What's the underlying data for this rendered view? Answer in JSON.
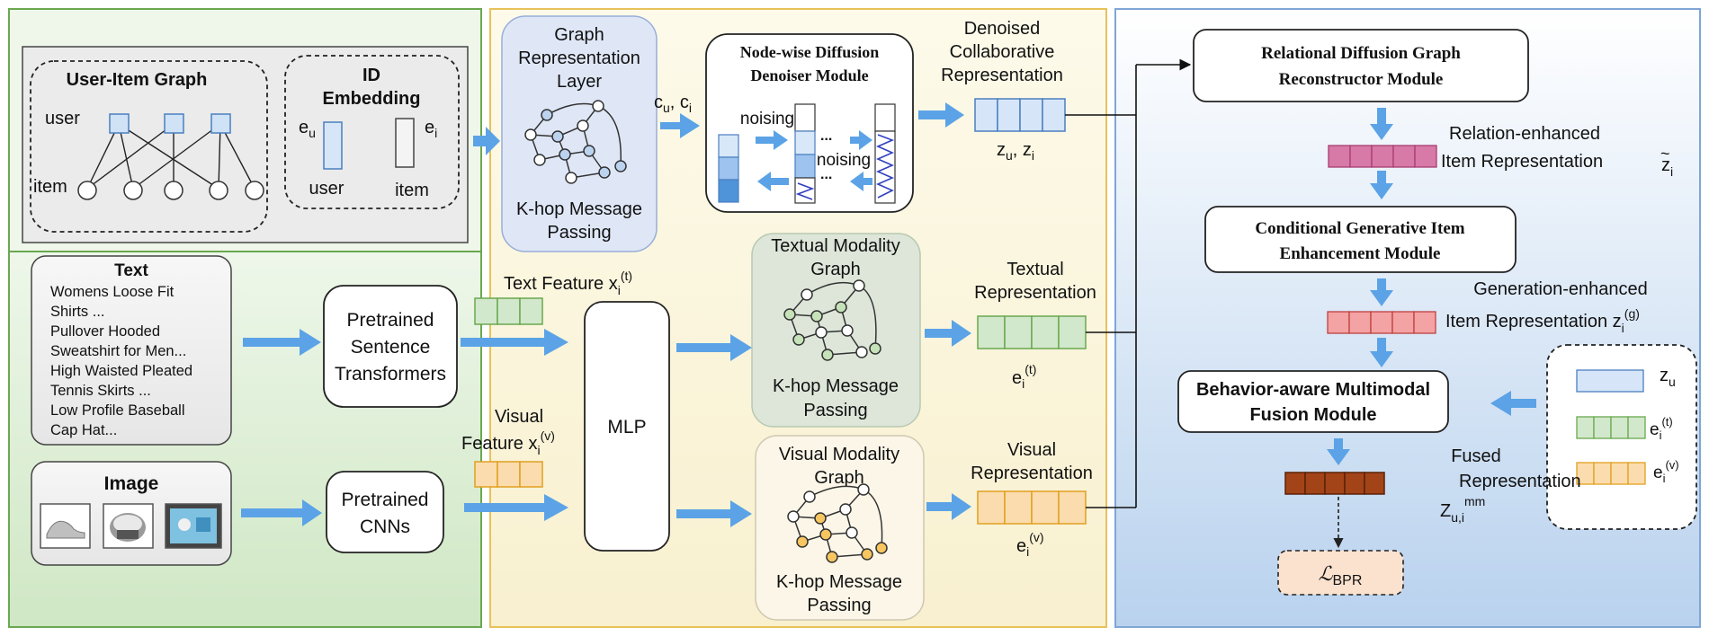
{
  "input": {
    "user_item_graph": {
      "title": "User-Item Graph",
      "user_label": "user",
      "item_label": "item"
    },
    "id_embedding": {
      "title_line1": "ID",
      "title_line2": "Embedding",
      "eu": "e",
      "eu_sub": "u",
      "ei": "e",
      "ei_sub": "i",
      "user": "user",
      "item": "item"
    },
    "text": {
      "title": "Text",
      "lines": [
        "Womens Loose Fit",
        "Shirts ...",
        "Pullover Hooded",
        "Sweatshirt for Men...",
        "High Waisted Pleated",
        "Tennis Skirts ...",
        "Low Profile Baseball",
        "Cap Hat..."
      ]
    },
    "image": {
      "title": "Image"
    },
    "sentence_transformers": [
      "Pretrained",
      "Sentence",
      "Transformers"
    ],
    "cnns": [
      "Pretrained",
      "CNNs"
    ]
  },
  "middle": {
    "graph_rep": {
      "line1": "Graph",
      "line2": "Representation",
      "line3": "Layer",
      "msg1": "K-hop Message",
      "msg2": "Passing"
    },
    "cu_ci": {
      "c1": "c",
      "s1": "u",
      "sep": ", ",
      "c2": "c",
      "s2": "i"
    },
    "denoiser": {
      "line1": "Node-wise Diffusion",
      "line2": "Denoiser Module",
      "noising_top": "noising",
      "noising_bottom": "noising",
      "dots": "..."
    },
    "denoised": {
      "line1": "Denoised",
      "line2": "Collaborative",
      "line3": "Representation",
      "z1": "z",
      "s1": "u",
      "sep": ", ",
      "z2": "z",
      "s2": "i"
    },
    "text_feature": {
      "label": "Text Feature x",
      "sub": "i",
      "sup": "(t)"
    },
    "visual_feature": {
      "line1": "Visual",
      "label": "Feature x",
      "sub": "i",
      "sup": "(v)"
    },
    "mlp": "MLP",
    "textual_graph": {
      "line1": "Textual Modality",
      "line2": "Graph",
      "msg1": "K-hop Message",
      "msg2": "Passing"
    },
    "visual_graph": {
      "line1": "Visual Modality",
      "line2": "Graph",
      "msg1": "K-hop Message",
      "msg2": "Passing"
    },
    "textual_rep": {
      "line1": "Textual",
      "line2": "Representation",
      "e": "e",
      "sub": "i",
      "sup": "(t)"
    },
    "visual_rep": {
      "line1": "Visual",
      "line2": "Representation",
      "e": "e",
      "sub": "i",
      "sup": "(v)"
    }
  },
  "right": {
    "reconstructor": {
      "line1": "Relational Diffusion Graph",
      "line2": "Reconstructor Module"
    },
    "relation_enhanced": {
      "line1": "Relation-enhanced",
      "line2": "Item Representation",
      "z": "z",
      "tilde": "~",
      "sub": "i"
    },
    "generative": {
      "line1": "Conditional Generative Item",
      "line2": "Enhancement Module"
    },
    "generation_enhanced": {
      "line1": "Generation-enhanced",
      "line2": "Item Representation z",
      "sub": "i",
      "sup": "(g)"
    },
    "fusion": {
      "line1": "Behavior-aware Multimodal",
      "line2": "Fusion Module"
    },
    "legend": {
      "zu": "z",
      "zu_sub": "u",
      "et": "e",
      "et_sub": "i",
      "et_sup": "(t)",
      "ev": "e",
      "ev_sub": "i",
      "ev_sup": "(v)"
    },
    "fused": {
      "line1": "Fused",
      "line2": "Representation",
      "z": "Z",
      "sub": "u,i",
      "sup": "mm"
    },
    "loss": {
      "symbol": "ℒ",
      "sub": "BPR"
    }
  },
  "colors": {
    "green_panel": "#e4f2dc",
    "yellow_panel": "#fbf6e2",
    "blue_panel": "#dde8f6",
    "grey_box": "#f1f1f1",
    "arrow_blue": "#5ba3e6",
    "id_blue": "#d6e6f8",
    "pink": "#d87aa8",
    "salmon": "#f3a3a3",
    "green_vec": "#d2e8cc",
    "orange_vec": "#fbdcae",
    "brown_vec": "#a24418",
    "loss_fill": "#fbe2cf"
  }
}
